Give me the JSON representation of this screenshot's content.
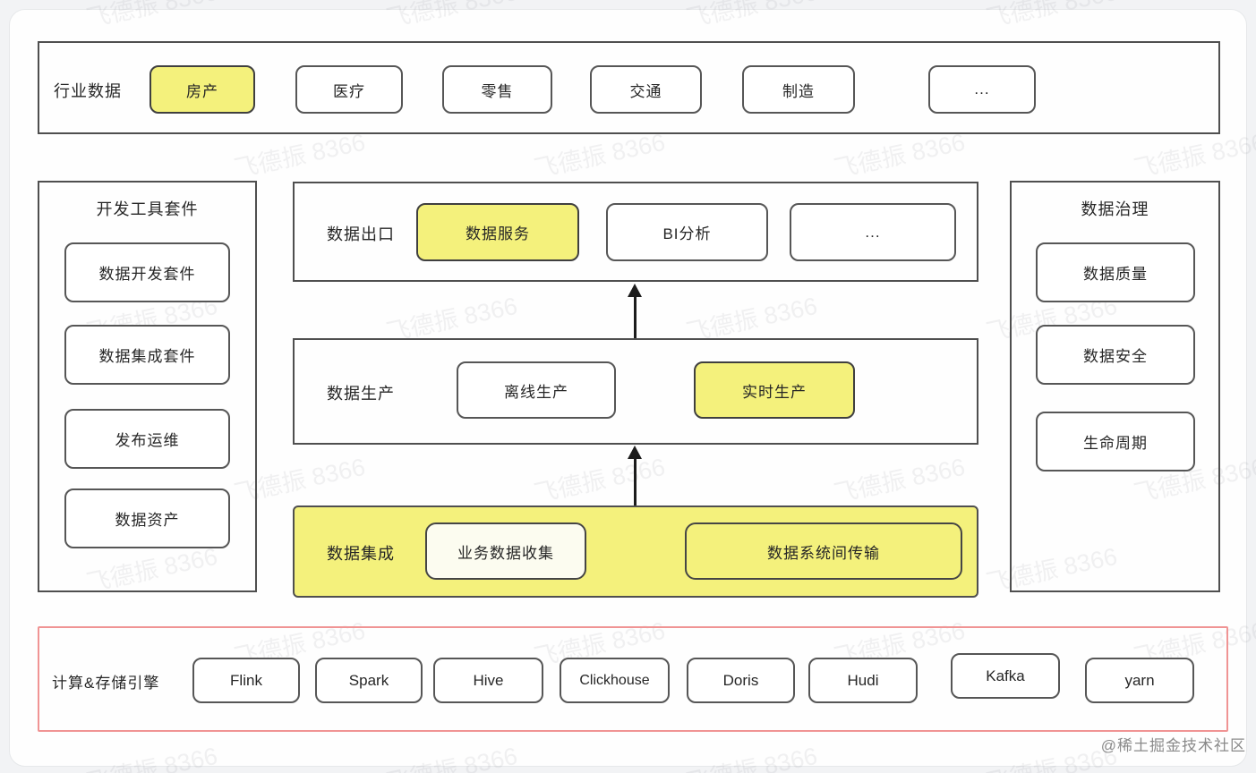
{
  "colors": {
    "highlight_yellow": "#f4f17c",
    "panel_border": "#4f4f4f",
    "engine_panel_border": "#f09494",
    "text": "#262626",
    "credit_gray": "#8a8a8a"
  },
  "industry": {
    "label": "行业数据",
    "items": [
      {
        "label": "房产",
        "highlight": true
      },
      {
        "label": "医疗",
        "highlight": false
      },
      {
        "label": "零售",
        "highlight": false
      },
      {
        "label": "交通",
        "highlight": false
      },
      {
        "label": "制造",
        "highlight": false
      },
      {
        "label": "...",
        "highlight": false
      }
    ]
  },
  "dev_tools": {
    "title": "开发工具套件",
    "items": [
      "数据开发套件",
      "数据集成套件",
      "发布运维",
      "数据资产"
    ]
  },
  "governance": {
    "title": "数据治理",
    "items": [
      "数据质量",
      "数据安全",
      "生命周期"
    ]
  },
  "data_export": {
    "label": "数据出口",
    "items": [
      {
        "label": "数据服务",
        "highlight": true
      },
      {
        "label": "BI分析",
        "highlight": false
      },
      {
        "label": "...",
        "highlight": false
      }
    ]
  },
  "data_production": {
    "label": "数据生产",
    "items": [
      {
        "label": "离线生产",
        "highlight": false
      },
      {
        "label": "实时生产",
        "highlight": true
      }
    ]
  },
  "data_integration": {
    "label": "数据集成",
    "items": [
      {
        "label": "业务数据收集",
        "fill": "pale"
      },
      {
        "label": "数据系统间传输",
        "fill": "yellow"
      }
    ]
  },
  "engines": {
    "label": "计算&存储引擎",
    "items": [
      "Flink",
      "Spark",
      "Hive",
      "Clickhouse",
      "Doris",
      "Hudi",
      "Kafka",
      "yarn"
    ]
  },
  "watermark": {
    "text": "飞德振 8366"
  },
  "credit": "@稀土掘金技术社区"
}
